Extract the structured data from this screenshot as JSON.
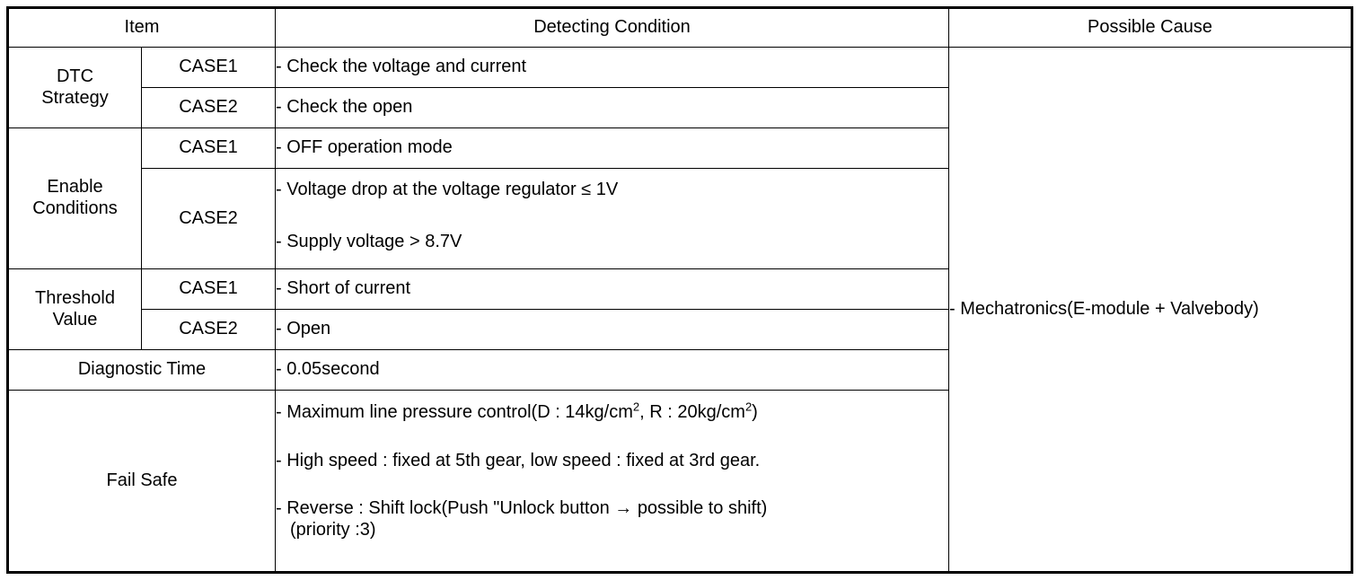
{
  "table": {
    "headers": {
      "item": "Item",
      "detecting_condition": "Detecting Condition",
      "possible_cause": "Possible Cause"
    },
    "rows": {
      "dtc_strategy": {
        "label": "DTC\nStrategy",
        "label_line1": "DTC",
        "label_line2": "Strategy",
        "case1": {
          "case": "CASE1",
          "condition": "- Check the voltage and current"
        },
        "case2": {
          "case": "CASE2",
          "condition": "- Check the open"
        }
      },
      "enable_conditions": {
        "label_line1": "Enable",
        "label_line2": "Conditions",
        "case1": {
          "case": "CASE1",
          "condition": "- OFF operation mode"
        },
        "case2": {
          "case": "CASE2",
          "condition_line1": "- Voltage drop at the voltage regulator ≤ 1V",
          "condition_line2": "- Supply voltage > 8.7V"
        }
      },
      "threshold_value": {
        "label_line1": "Threshold",
        "label_line2": "Value",
        "case1": {
          "case": "CASE1",
          "condition": "- Short of current"
        },
        "case2": {
          "case": "CASE2",
          "condition": "- Open"
        }
      },
      "diagnostic_time": {
        "label": "Diagnostic Time",
        "condition": "- 0.05second"
      },
      "fail_safe": {
        "label": "Fail Safe",
        "line1_pre": "- Maximum line pressure control(D : 14kg/cm",
        "line1_sup1": "2",
        "line1_mid": ", R : 20kg/cm",
        "line1_sup2": "2",
        "line1_post": ")",
        "line2": "- High speed : fixed at 5th gear, low speed : fixed at 3rd gear.",
        "line3": "- Reverse : Shift lock(Push \"Unlock button → possible to shift)",
        "line4": "(priority :3)"
      }
    },
    "possible_cause": "- Mechatronics(E-module + Valvebody)"
  },
  "colors": {
    "border": "#000000",
    "text": "#000000",
    "background": "#ffffff"
  }
}
